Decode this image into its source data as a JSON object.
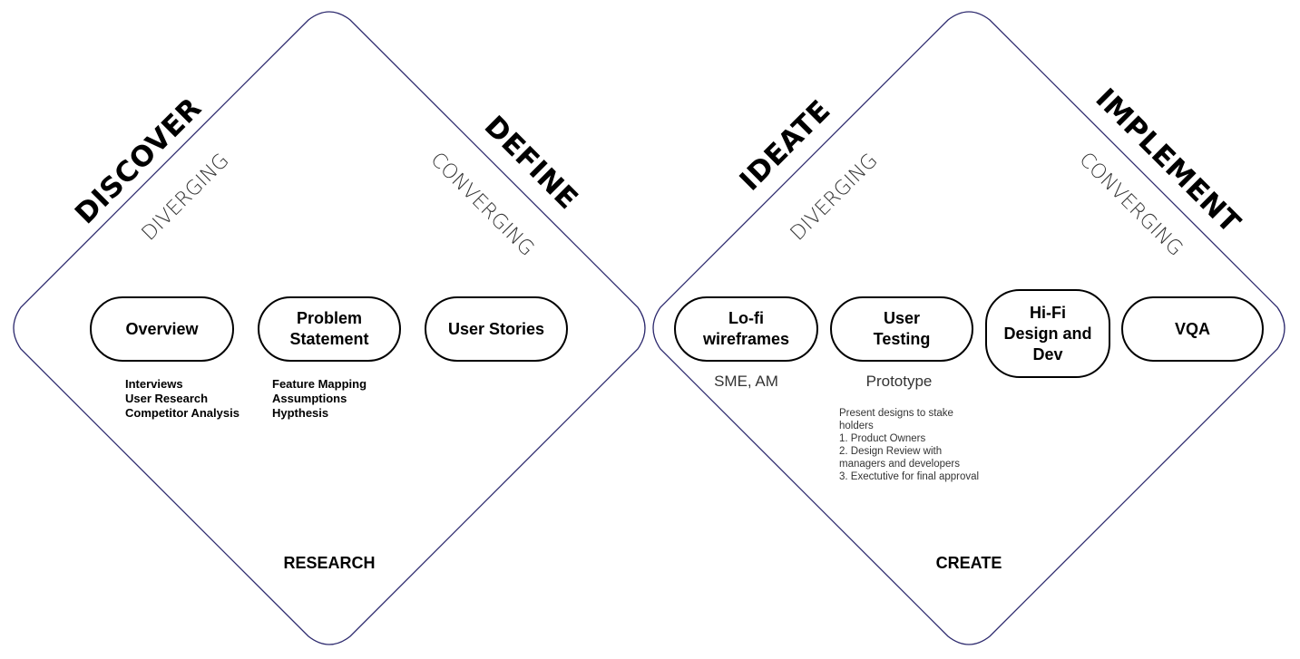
{
  "left_diamond": {
    "phase_left": "DISCOVER",
    "mode_left": "DIVERGING",
    "phase_right": "DEFINE",
    "mode_right": "CONVERGING",
    "steps": [
      {
        "label_line1": "Overview",
        "label_line2": ""
      },
      {
        "label_line1": "Problem",
        "label_line2": "Statement"
      },
      {
        "label_line1": "User Stories",
        "label_line2": ""
      }
    ],
    "overview_items": [
      "Interviews",
      "User Research",
      "Competitor Analysis"
    ],
    "problem_items": [
      "Feature Mapping",
      "Assumptions",
      "Hypthesis"
    ],
    "footer": "RESEARCH"
  },
  "right_diamond": {
    "phase_left": "IDEATE",
    "mode_left": "DIVERGING",
    "phase_right": "IMPLEMENT",
    "mode_right": "CONVERGING",
    "steps": [
      {
        "label_line1": "Lo-fi",
        "label_line2": "wireframes",
        "label_line3": ""
      },
      {
        "label_line1": "User",
        "label_line2": "Testing",
        "label_line3": ""
      },
      {
        "label_line1": "Hi-Fi",
        "label_line2": "Design and",
        "label_line3": "Dev"
      },
      {
        "label_line1": "VQA",
        "label_line2": "",
        "label_line3": ""
      }
    ],
    "lofi_subtext": "SME, AM",
    "testing_subtext": "Prototype",
    "testing_notes": [
      "Present designs to stake",
      "holders",
      "1. Product Owners",
      "2. Design Review with",
      "managers and developers",
      "3. Exectutive for final approval"
    ],
    "footer": "CREATE"
  },
  "colors": {
    "diamond_outline": "#2d2a6e",
    "pill_border": "#000000",
    "text": "#000000"
  }
}
